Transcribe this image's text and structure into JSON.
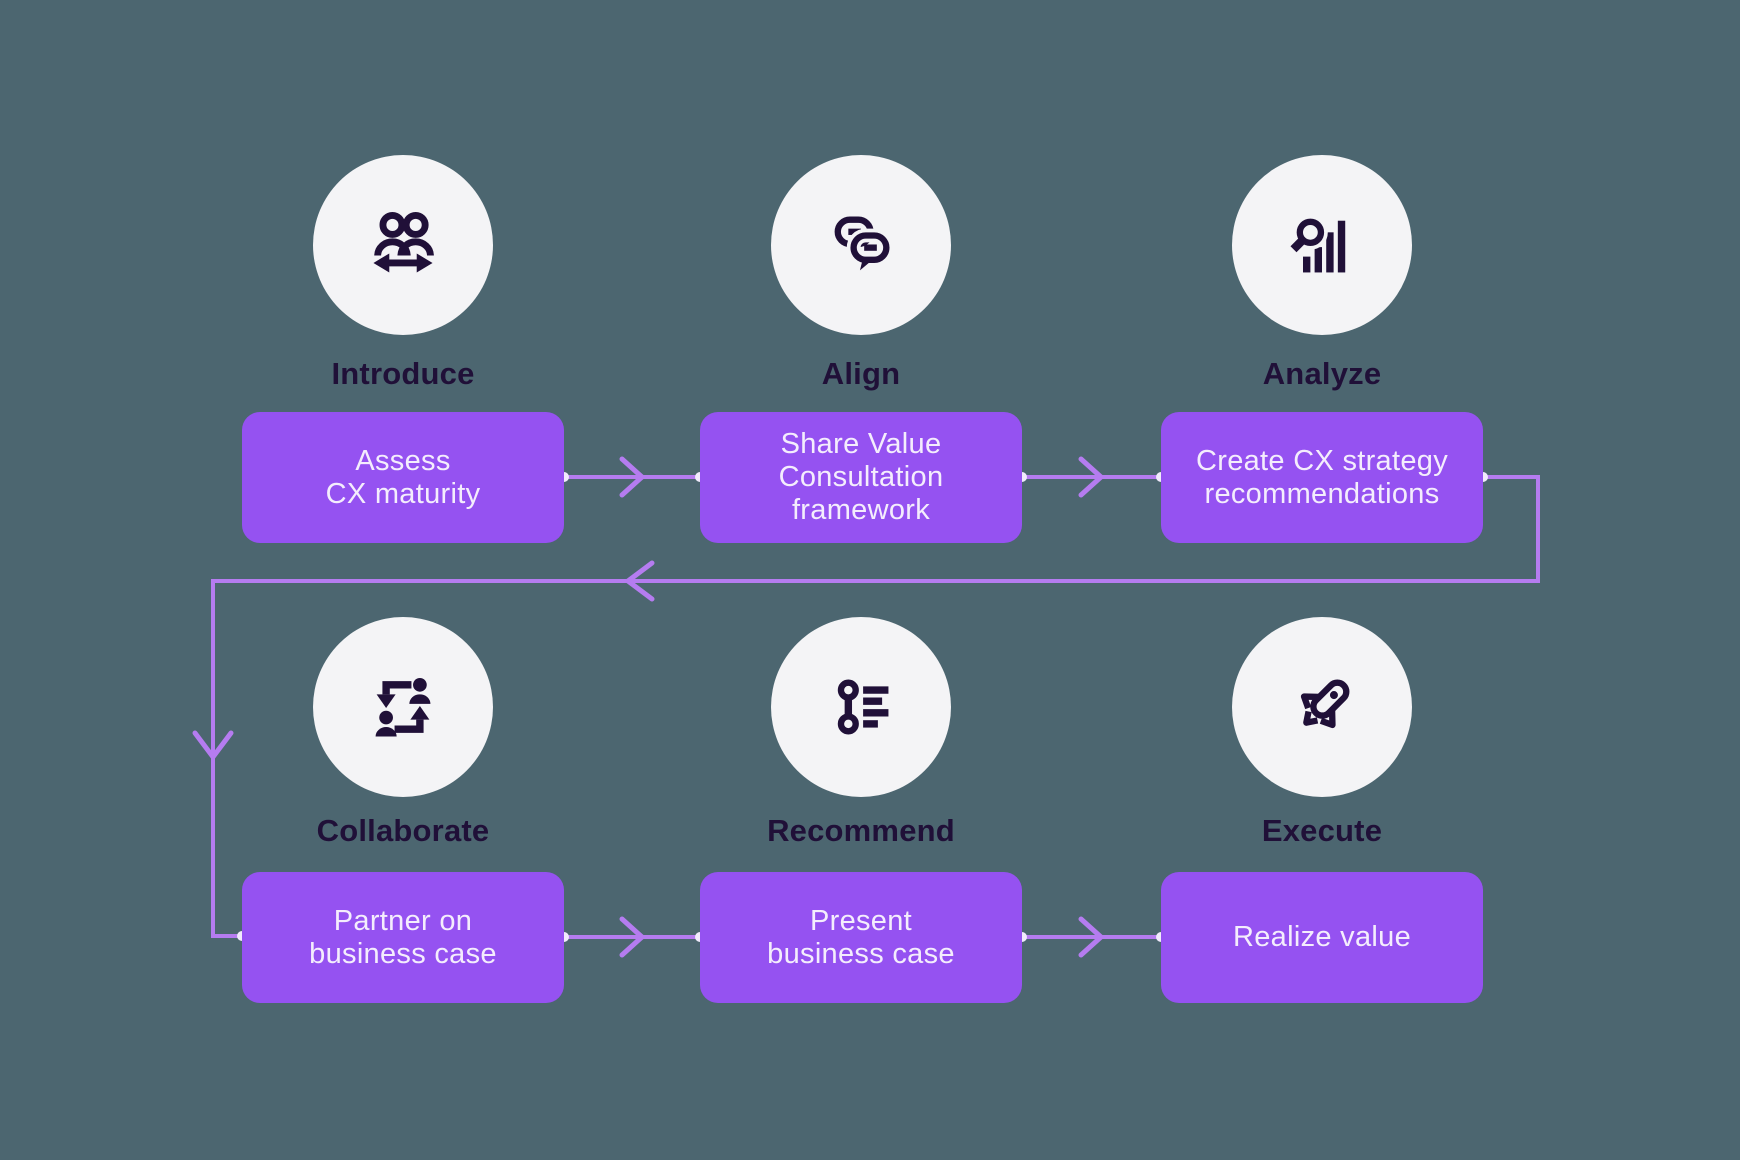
{
  "colors": {
    "background": "#4c6670",
    "box_fill": "#9552f1",
    "box_text": "#f4edfd",
    "connector": "#b57cf0",
    "connector_dot": "#f1eafc",
    "circle_fill": "#f4f4f6",
    "icon_ink": "#201038",
    "label_text": "#201038"
  },
  "stages": [
    {
      "label": "Introduce",
      "icon": "people-swap-icon",
      "box": "Assess\nCX maturity"
    },
    {
      "label": "Align",
      "icon": "chat-bubbles-icon",
      "box": "Share Value\nConsultation\nframework"
    },
    {
      "label": "Analyze",
      "icon": "search-bar-chart-icon",
      "box": "Create CX strategy\nrecommendations"
    },
    {
      "label": "Collaborate",
      "icon": "people-exchange-icon",
      "box": "Partner on\nbusiness case"
    },
    {
      "label": "Recommend",
      "icon": "milestone-list-icon",
      "box": "Present\nbusiness case"
    },
    {
      "label": "Execute",
      "icon": "rocket-icon",
      "box": "Realize value"
    }
  ]
}
